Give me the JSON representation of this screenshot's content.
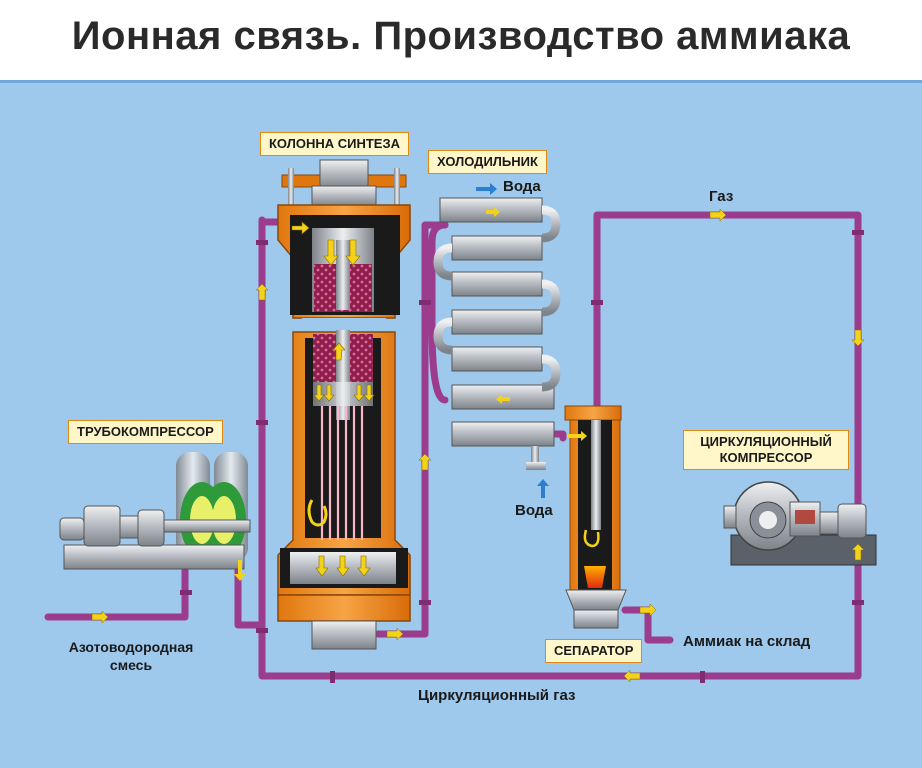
{
  "title": "Ионная связь. Производство аммиака",
  "tags": {
    "synthesis_column": "КОЛОННА СИНТЕЗА",
    "cooler": "ХОЛОДИЛЬНИК",
    "turbo_compressor": "ТРУБОКОМПРЕССОР",
    "circulation_compressor_line1": "ЦИРКУЛЯЦИОННЫЙ",
    "circulation_compressor_line2": "КОМПРЕССОР",
    "separator": "СЕПАРАТОР"
  },
  "labels": {
    "water_top": "Вода",
    "water_bottom": "Вода",
    "gas": "Газ",
    "nitrogen_hydrogen_line1": "Азотоводородная",
    "nitrogen_hydrogen_line2": "смесь",
    "ammonia_to_storage": "Аммиак на склад",
    "circulation_gas": "Циркуляционный газ"
  },
  "colors": {
    "background": "#9ec8ec",
    "pipe": "#9b3d8c",
    "vessel": "#f08a1c",
    "catalyst": "#8e1f4a",
    "arrow": "#f3d21a",
    "metal": "#b8bcc2",
    "accent_green": "#2f9a3a"
  }
}
